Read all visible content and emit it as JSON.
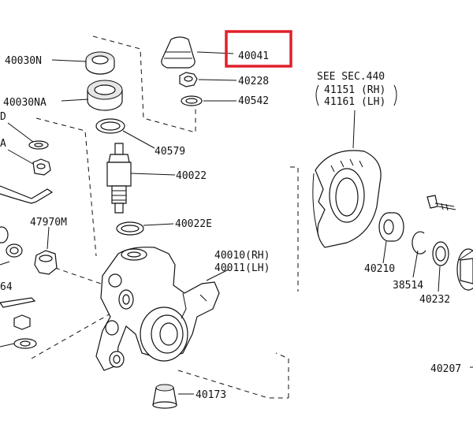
{
  "labels": {
    "p40030n": "40030N",
    "p40030na": "40030NA",
    "p40579": "40579",
    "p40022": "40022",
    "p40022e": "40022E",
    "p40041": "40041",
    "p40228": "40228",
    "p40542": "40542",
    "see_sec": "SEE SEC.440",
    "p41151": "41151 (RH)",
    "p41161": "41161 (LH)",
    "p40010": "40010(RH)",
    "p40011": "40011(LH)",
    "p40173": "40173",
    "p47970m": "47970M",
    "p40210": "40210",
    "p38514": "38514",
    "p40232": "40232",
    "p40207": "40207",
    "frag_d": "D",
    "frag_a": "A",
    "frag_64": "64"
  },
  "colors": {
    "highlight": "#e0202a",
    "ink": "#111111"
  }
}
